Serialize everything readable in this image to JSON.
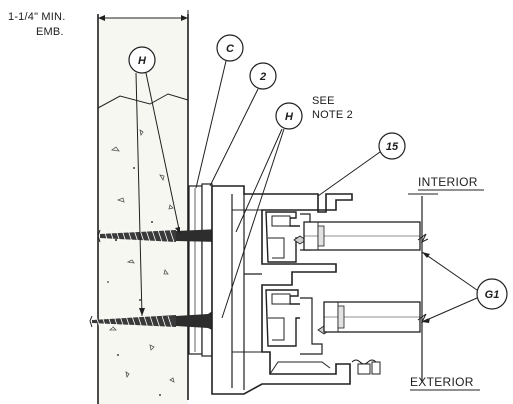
{
  "embed_note": {
    "line1": "1-1/4\" MIN.",
    "line2": "EMB."
  },
  "see_note": {
    "line1": "SEE",
    "line2": "NOTE 2"
  },
  "sides": {
    "interior": "INTERIOR",
    "exterior": "EXTERIOR"
  },
  "callouts": [
    {
      "id": "h-left",
      "label": "H"
    },
    {
      "id": "c",
      "label": "C"
    },
    {
      "id": "two",
      "label": "2"
    },
    {
      "id": "h-right",
      "label": "H"
    },
    {
      "id": "fifteen",
      "label": "15"
    },
    {
      "id": "g1",
      "label": "G1"
    }
  ],
  "colors": {
    "ink": "#202020",
    "paper": "#ffffff",
    "concrete_fill": "#f7f7f2",
    "screw_fill": "#3a3a3a"
  }
}
